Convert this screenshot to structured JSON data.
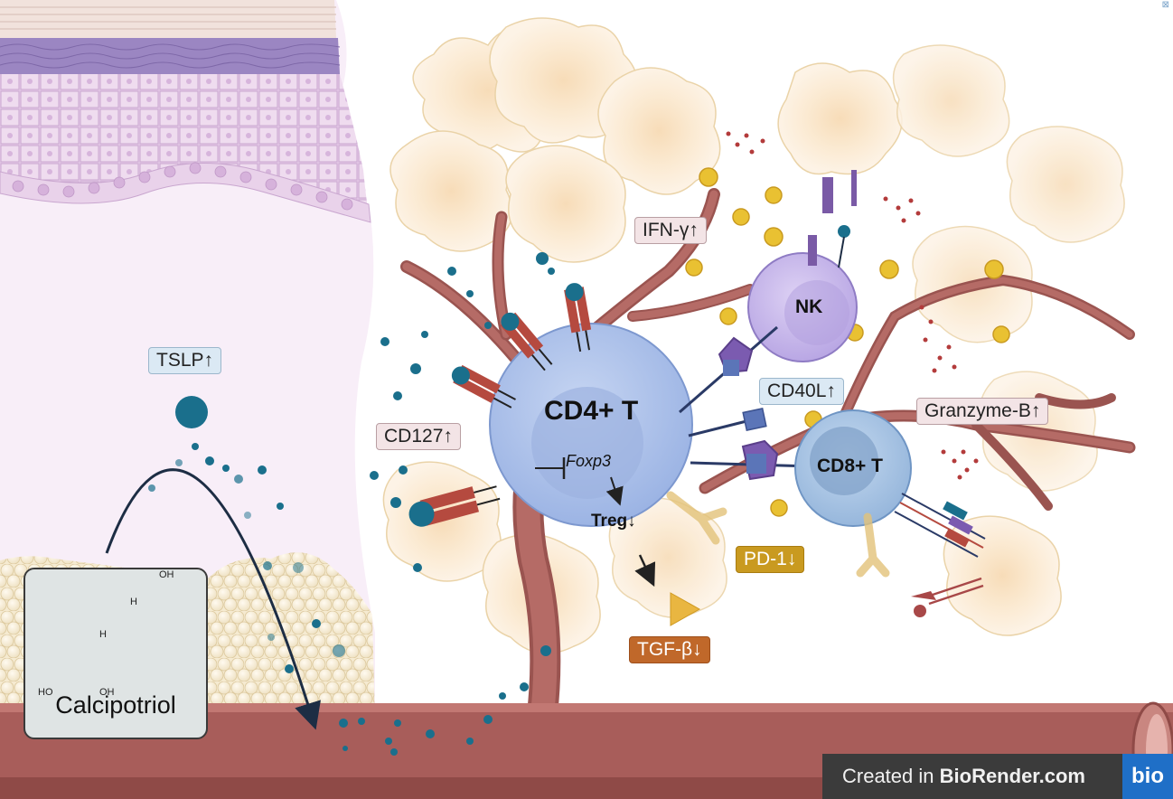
{
  "labels": {
    "tslp": "TSLP↑",
    "cd127": "CD127↑",
    "ifn_gamma": "IFN-γ↑",
    "cd40l": "CD40L↑",
    "granzyme_b": "Granzyme-B↑",
    "pd1": "PD-1↓",
    "tgf_beta": "TGF-β↓",
    "nk": "NK",
    "cd4_t": "CD4+ T",
    "cd8_t": "CD8+ T",
    "foxp3": "Foxp3",
    "treg": "Treg↓",
    "calcipotriol": "Calcipotriol",
    "structure_oh_top": "OH",
    "structure_h1": "H",
    "structure_h2": "H",
    "structure_ho": "HO",
    "structure_oh_bottom": "OH"
  },
  "watermark": {
    "prefix": "Created in ",
    "brand": "BioRender.com",
    "logo": "bio"
  },
  "colors": {
    "epidermis": "#d9bde0",
    "dermis": "#f7eef8",
    "vessel": "#a85d5a",
    "cd4_cell": "#a9c0ea",
    "nk_cell": "#c8b8ea",
    "cd8_cell": "#a8c4e4",
    "tslp": "#1a6f8c",
    "granules": "#e9c132"
  }
}
